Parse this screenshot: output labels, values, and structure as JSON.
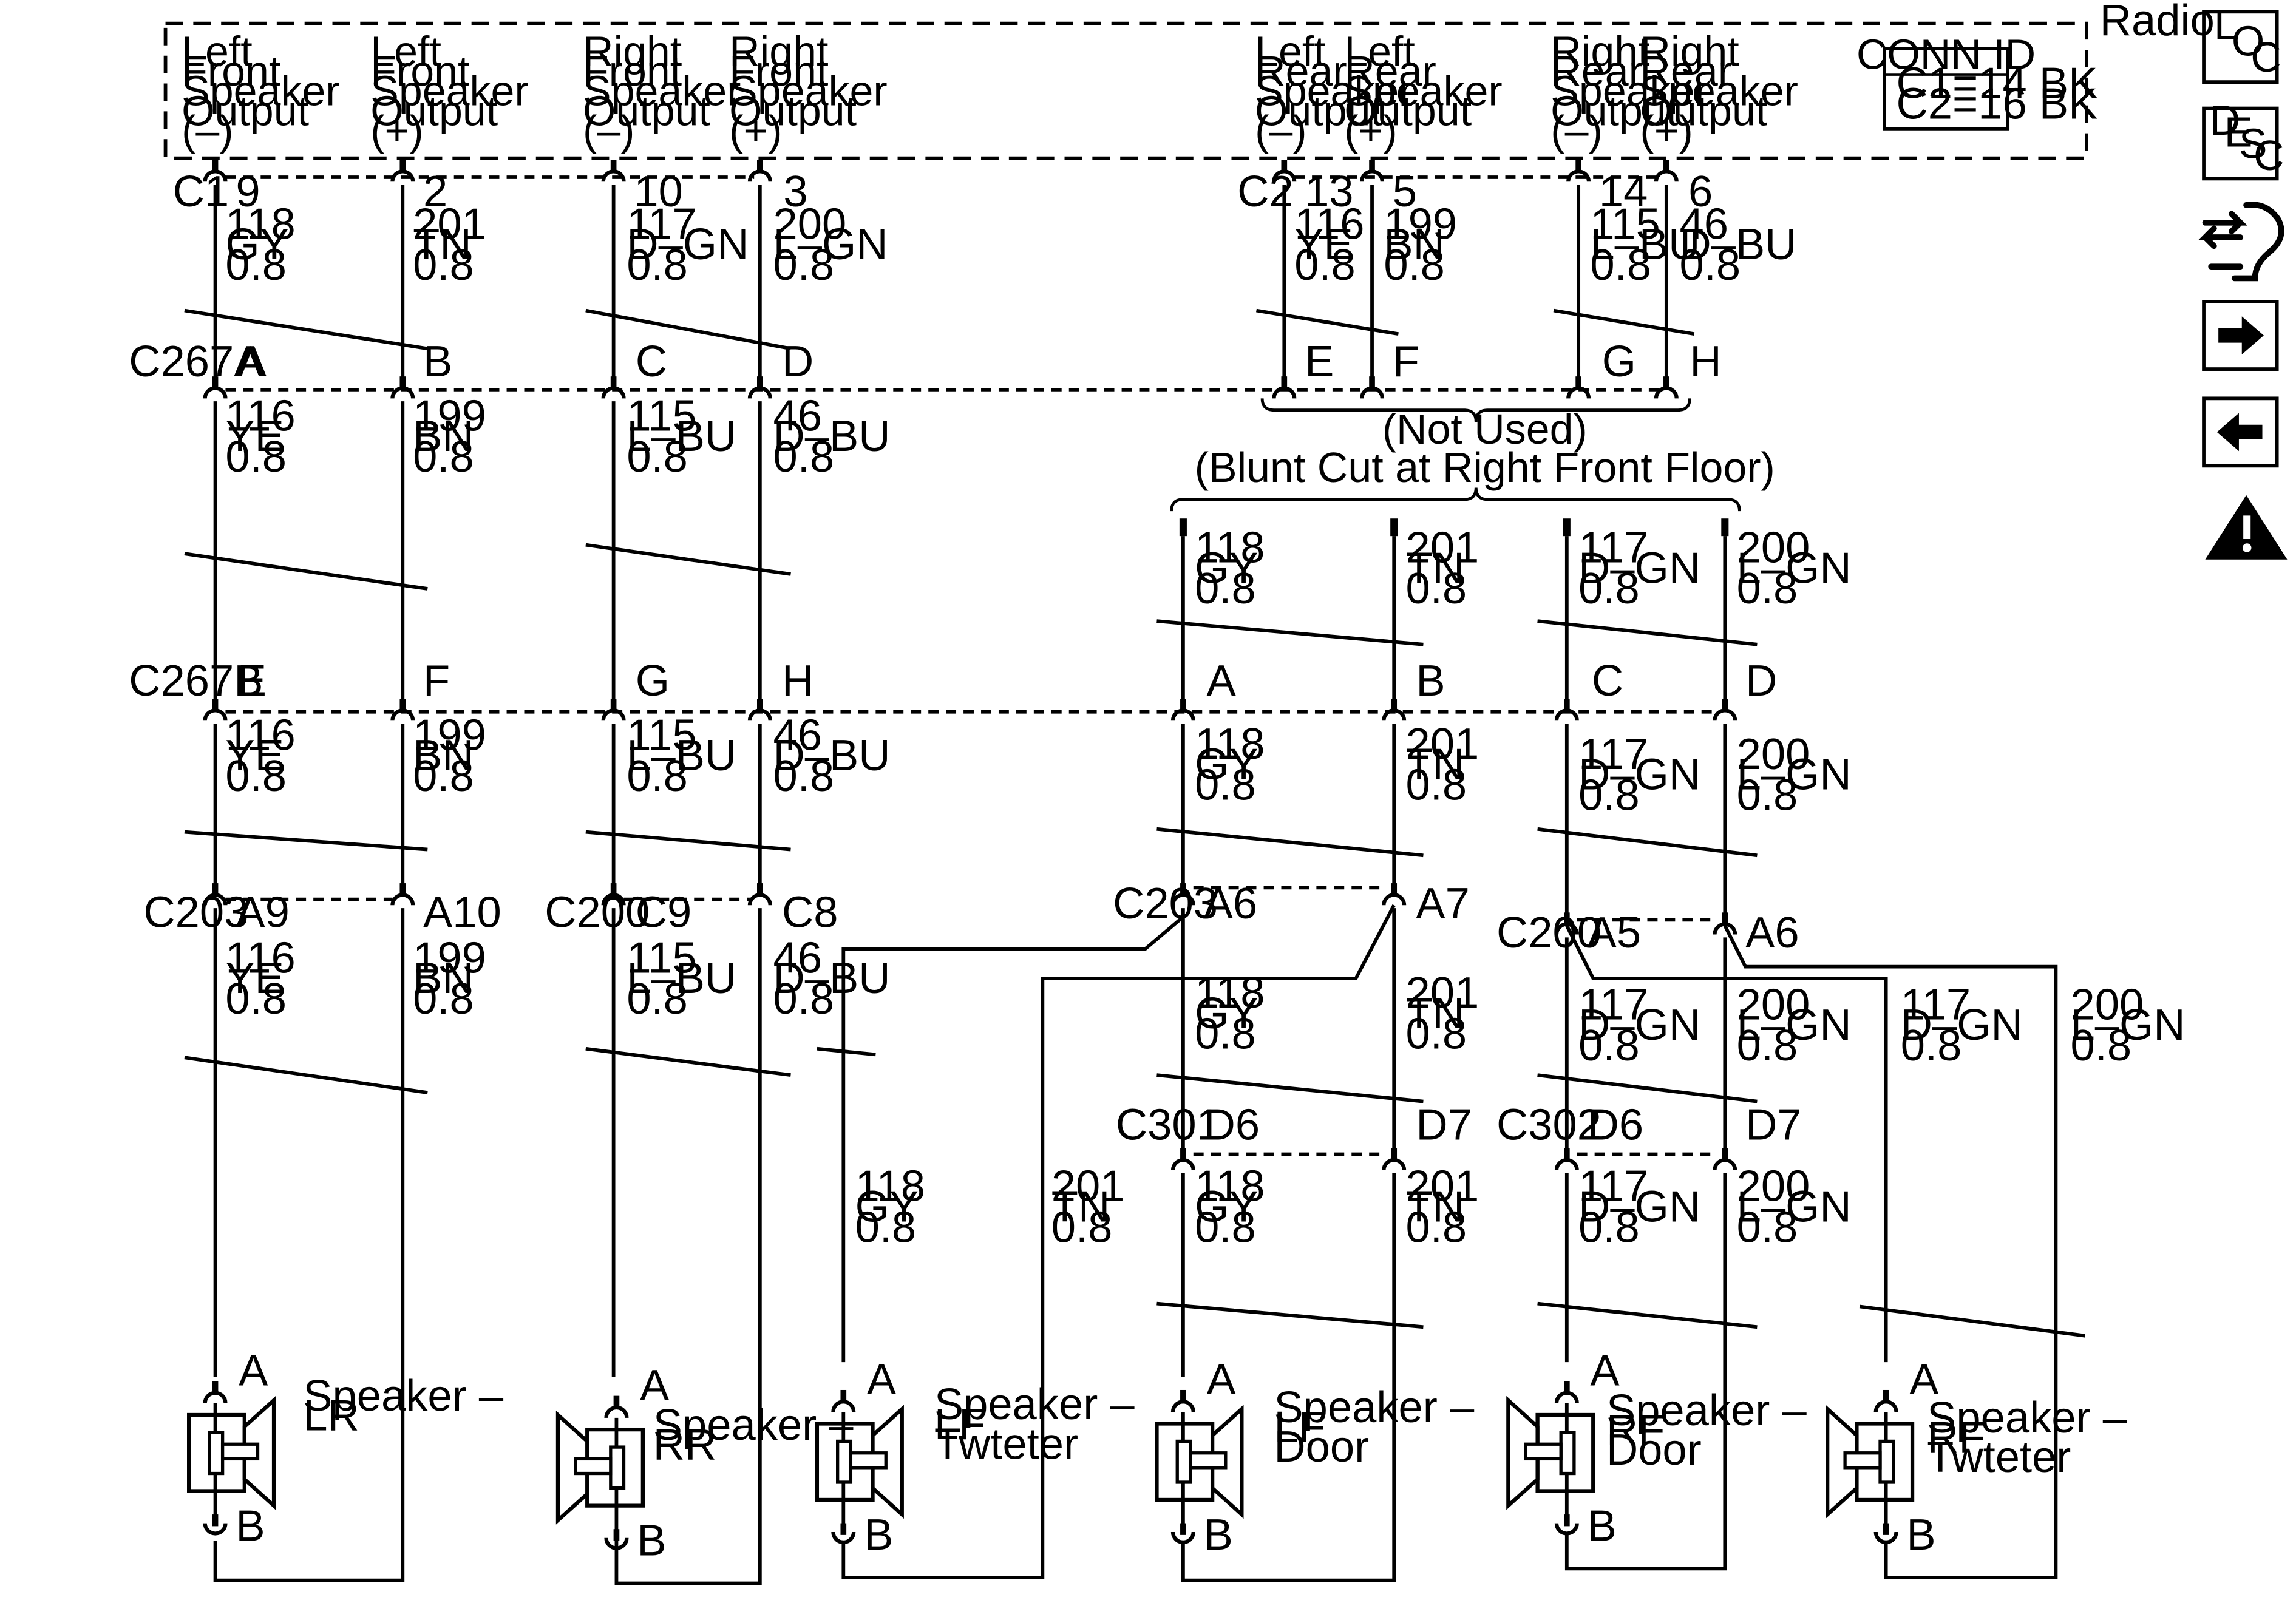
{
  "radio": {
    "title": "Radio",
    "outputs": [
      [
        "Left",
        "Front",
        "Speaker",
        "Output",
        "(–)"
      ],
      [
        "Left",
        "Front",
        "Speaker",
        "Output",
        "(+)"
      ],
      [
        "Right",
        "Front",
        "Speaker",
        "Output",
        "(–)"
      ],
      [
        "Right",
        "Front",
        "Speaker",
        "Output",
        "(+)"
      ],
      [
        "Left",
        "Rear",
        "Speaker",
        "Output",
        "(–)"
      ],
      [
        "Left",
        "Rear",
        "Speaker",
        "Output",
        "(+)"
      ],
      [
        "Right",
        "Rear",
        "Speaker",
        "Output",
        "(–)"
      ],
      [
        "Right",
        "Rear",
        "Speaker",
        "Output",
        "(+)"
      ]
    ],
    "conn_id": {
      "title": "CONN ID",
      "lines": [
        "C1=14 BK",
        "C2=16 BK"
      ]
    }
  },
  "connectors": {
    "c1": "C1",
    "c2": "C2",
    "c267a": "C267A",
    "c267b": "C267B",
    "c203": "C203",
    "c200": "C200",
    "c301": "C301",
    "c302": "C302"
  },
  "pins": {
    "c1": [
      "9",
      "2",
      "10",
      "3"
    ],
    "c2": [
      "13",
      "5",
      "14",
      "6"
    ],
    "c267a_front": [
      "A",
      "B",
      "C",
      "D"
    ],
    "c267a_rear": [
      "E",
      "F",
      "G",
      "H"
    ],
    "c267b_left": [
      "E",
      "F",
      "G",
      "H"
    ],
    "c267b_right": [
      "A",
      "B",
      "C",
      "D"
    ],
    "c203_left": [
      "A9",
      "A10"
    ],
    "c200_left": [
      "C9",
      "C8"
    ],
    "c203_right": [
      "A6",
      "A7"
    ],
    "c200_right": [
      "A5",
      "A6"
    ],
    "c301": [
      "D6",
      "D7"
    ],
    "c302": [
      "D6",
      "D7"
    ],
    "speaker_a": "A",
    "speaker_b": "B"
  },
  "notes": {
    "not_used": "(Not Used)",
    "blunt_cut": "(Blunt Cut at Right Front Floor)"
  },
  "wires": {
    "w118": [
      "118",
      "GY",
      "0.8"
    ],
    "w201": [
      "201",
      "TN",
      "0.8"
    ],
    "w117": [
      "117",
      "D–GN",
      "0.8"
    ],
    "w200": [
      "200",
      "L–GN",
      "0.8"
    ],
    "w116": [
      "116",
      "YE",
      "0.8"
    ],
    "w199": [
      "199",
      "BN",
      "0.8"
    ],
    "w115": [
      "115",
      "L–BU",
      "0.8"
    ],
    "w46": [
      "46",
      "D–BU",
      "0.8"
    ]
  },
  "speakers": {
    "lr": [
      "Speaker –",
      "LR"
    ],
    "rr": [
      "Speaker –",
      "RR"
    ],
    "lf_tweeter": [
      "Speaker –",
      "LF",
      "Twteter"
    ],
    "lf_door": [
      "Speaker –",
      "LF",
      "Door"
    ],
    "rf_door": [
      "Speaker –",
      "RF",
      "Door"
    ],
    "rf_tweeter": [
      "Speaker –",
      "RF",
      "Twteter"
    ]
  },
  "nav_icons": [
    "location-icon",
    "description-icon",
    "harness-icon",
    "next-arrow-icon",
    "previous-arrow-icon",
    "warning-icon"
  ],
  "nav_letters": {
    "loc": [
      "L",
      "O",
      "C"
    ],
    "desc": [
      "D",
      "E",
      "S",
      "C"
    ]
  }
}
